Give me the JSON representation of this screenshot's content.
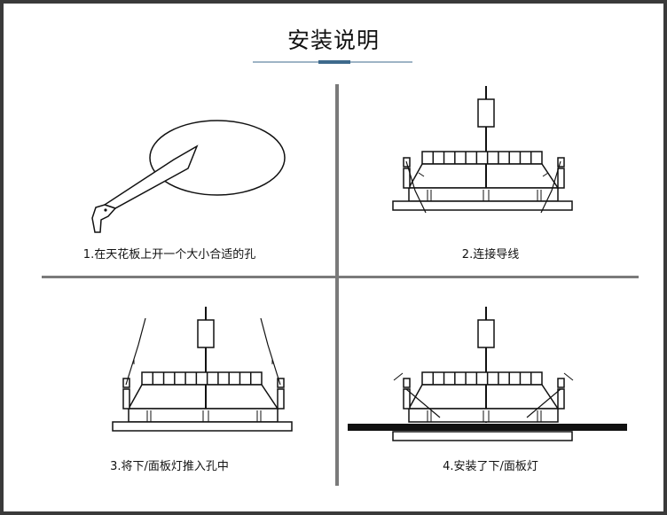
{
  "title": "安装说明",
  "accent_color": "#3e6a8c",
  "steps": [
    {
      "label": "1.在天花板上开一个大小合适的孔"
    },
    {
      "label": "2.连接导线"
    },
    {
      "label": "3.将下/面板灯推入孔中"
    },
    {
      "label": "4.安装了下/面板灯"
    }
  ]
}
